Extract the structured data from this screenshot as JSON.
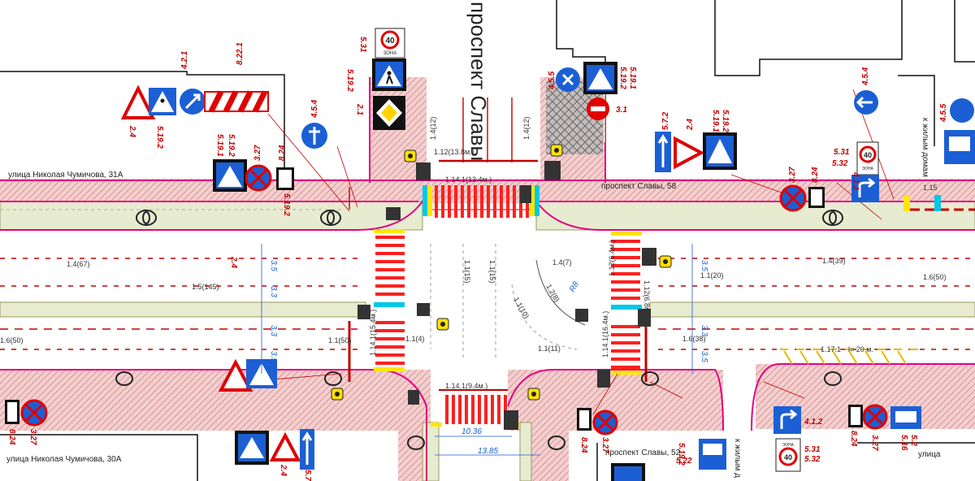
{
  "streets": {
    "prospekt_slavy": "проспект Славы",
    "addr_31a": "улица Николая Чумичова, 31А",
    "addr_30a": "улица Николая Чумичова, 30А",
    "addr_58": "проспект Славы, 58",
    "addr_52": "проспект Славы, 52",
    "k_domam_1": "к жилым домам",
    "k_domam_2": "к жилым д"
  },
  "markings": {
    "m1": "1.4(12)",
    "m2": "1.4(12)",
    "m3": "1.12(13.8м.)",
    "m4": "1.14.1(13.4м.)",
    "m5": "1.4(67)",
    "m6": "1.5(145)",
    "m7": "1.6(50)",
    "m8": "1.1(50)",
    "m9": "1.4(7)",
    "m10": "1.4(39)",
    "m11": "1.12(6.8м.)",
    "m12": "1.1(20)",
    "m13": "1.6(50)",
    "m14": "1.6(38)",
    "m15": "1.1(11)",
    "m16": "1.1(4)",
    "m17": "1.14.1(15.4м.)",
    "m18": "1.14.1(16.4м.)",
    "m19": "1.14.1(9.4м.)",
    "m20": "1.17.1",
    "m21": "l= 20 м.",
    "m22": "1.1(15)",
    "m23": "1.1(15)",
    "m24": "1.1(10)",
    "m25": "1.2(8)",
    "m26": "1.15",
    "m27": "1.12(6.4м.)"
  },
  "dimensions": {
    "d1": "3.5",
    "d2": "3.3",
    "d3": "3.3",
    "d4": "3.5",
    "d5": "3.5",
    "d6": "3.3",
    "d7": "3.5",
    "d8": "10.36",
    "d9": "13.85",
    "d10": "R8"
  },
  "sign_codes": {
    "s_531_top": "5.31",
    "s_5192_top": "5.19.2",
    "s_21_top": "2.1",
    "s_421": "4.2.1",
    "s_8221": "8.22.1",
    "s_24_a": "2.4",
    "s_5192_a": "5.19.2",
    "s_454": "4.5.4",
    "s_5191_a": "5.19.1",
    "s_5192_b": "5.19.2",
    "s_327_a": "3.27",
    "s_824_a": "8.24",
    "s_5192_c": "5.19.2",
    "s_24_b": "2.4",
    "s_455": "4.5.5",
    "s_5192_d": "5.19.2",
    "s_5191_b": "5.19.1",
    "s_31": "3.1",
    "s_572": "5.7.2",
    "s_24_c": "2.4",
    "s_5191_c": "5.19.1",
    "s_5192_e": "5.19.2",
    "s_327_b": "3.27",
    "s_824_b": "8.24",
    "s_412": "4.1.2",
    "s_454_b": "4.5.4",
    "s_531_b": "5.31",
    "s_532": "5.32",
    "s_455_b": "4.5.5",
    "s_824_c": "8.24",
    "s_327_c": "3.27",
    "s_24_d": "2.4",
    "s_57_d": "5.7",
    "s_327_d": "3.27",
    "s_824_d": "8.24",
    "s_5192_f": "5.19.2",
    "s_522": "5.22",
    "s_412_b": "4.1.2",
    "s_531_c": "5.31",
    "s_532_b": "5.32",
    "s_824_e": "8.24",
    "s_327_e": "3.27",
    "s_516": "5.16",
    "s_52": "5.2"
  },
  "sign_text": {
    "zona": "ЗОНА",
    "limit": "40"
  },
  "colors": {
    "sidewalk": "#f1c9c9",
    "tram": "#e7ebd0",
    "curb": "#e6007e",
    "red": "#c40000",
    "zebra": "#ff2020",
    "sign_blue": "#1c5fd4"
  }
}
